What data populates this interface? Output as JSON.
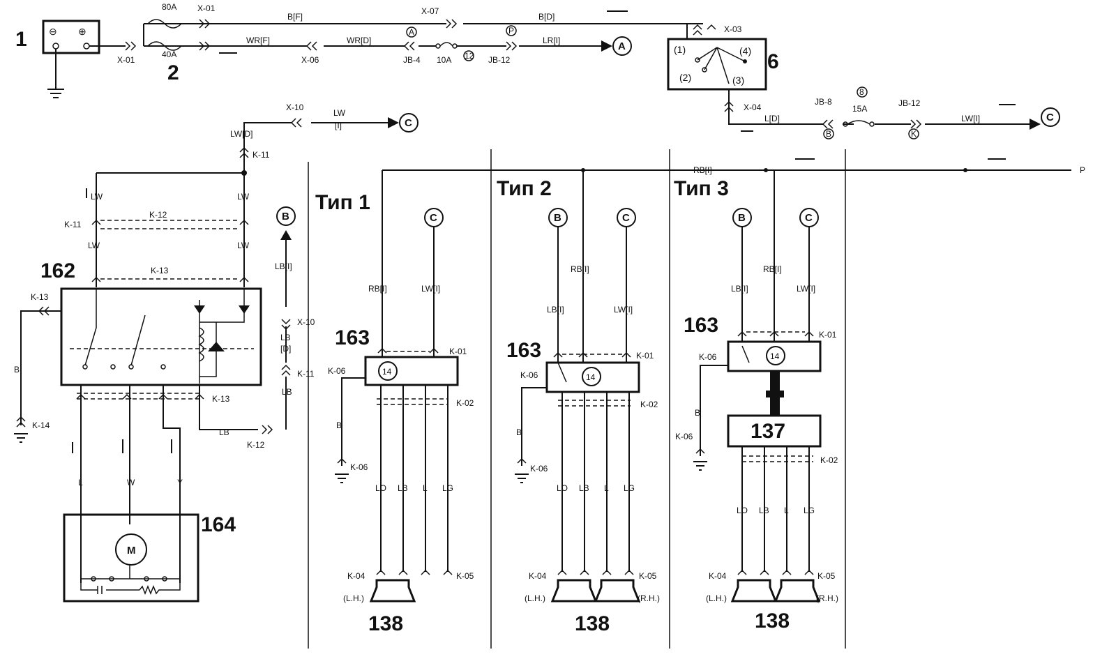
{
  "components": {
    "battery": "1",
    "fusible_links": "2",
    "ignition_switch": "6",
    "relay": "162",
    "motor_unit": "164",
    "audio_t1": "163",
    "audio_t2": "163",
    "audio_t3": "163",
    "amplifier": "137",
    "speakers_t1": "138",
    "speakers_t2": "138",
    "speakers_t3": "138"
  },
  "types": {
    "t1": "Тип 1",
    "t2": "Тип 2",
    "t3": "Тип 3"
  },
  "fuses": {
    "f80": "80A",
    "f40": "40A",
    "f10": "10A",
    "f15": "15A",
    "f10_num": "12",
    "f15_num": "8"
  },
  "connectors": {
    "x01_top": "X-01",
    "x01_bot": "X-01",
    "x07": "X-07",
    "x06": "X-06",
    "x03": "X-03",
    "x04": "X-04",
    "x10_top": "X-10",
    "x10_mid": "X-10",
    "jb4": "JB-4",
    "jb12_top": "JB-12",
    "jb8": "JB-8",
    "jb12_mid": "JB-12",
    "k11_a": "K-11",
    "k11_b": "K-11",
    "k11_c": "K-11",
    "k12_a": "K-12",
    "k12_b": "K-12",
    "k13_a": "K-13",
    "k13_b": "K-13",
    "k13_c": "K-13",
    "k14": "K-14",
    "t1_k01": "K-01",
    "t1_k06a": "K-06",
    "t1_k02": "K-02",
    "t1_k06b": "K-06",
    "t1_k04": "K-04",
    "t1_k05": "K-05",
    "t2_k01": "K-01",
    "t2_k06a": "K-06",
    "t2_k02": "K-02",
    "t2_k06b": "K-06",
    "t2_k04": "K-04",
    "t2_k05": "K-05",
    "t3_k01": "K-01",
    "t3_k06a": "K-06",
    "t3_k06b": "K-06",
    "t3_k02": "K-02",
    "t3_k04": "K-04",
    "t3_k05": "K-05"
  },
  "wires": {
    "bf": "B[F]",
    "bd": "B[D]",
    "wrf": "WR[F]",
    "wrd": "WR[D]",
    "lri": "LR[I]",
    "ld": "L[D]",
    "lwi_mid": "LW[I]",
    "lw_top": "LW",
    "lw_top_i": "[I]",
    "lwd": "LW[D]",
    "rbi_bus": "RB[I]",
    "lw1": "LW",
    "lw2": "LW",
    "lw3": "LW",
    "lw4": "LW",
    "b_left": "B",
    "lbi_left": "LB[I]",
    "lb_d1": "LB",
    "lb_d2": "[D]",
    "lb_v": "LB",
    "lb_h": "LB",
    "mot_l": "L",
    "mot_w": "W",
    "mot_y": "Y",
    "t1_rb": "RB[I]",
    "t1_lw": "LW[I]",
    "t1_b": "B",
    "t2_lb": "LB[I]",
    "t2_rb": "RB[I]",
    "t2_lw": "LW[I]",
    "t2_b": "B",
    "t3_lb": "LB[I]",
    "t3_rb": "RB[I]",
    "t3_lw": "LW[I]",
    "t3_b": "B",
    "lo": "LO",
    "lb": "LB",
    "l": "L",
    "lg": "LG",
    "i": "[I]",
    "p_end": "P"
  },
  "terminals": {
    "t1": "(1)",
    "t2": "(2)",
    "t3": "(3)",
    "t4": "(4)"
  },
  "refs": {
    "a": "A",
    "b": "B",
    "c": "C",
    "p_small": "P",
    "a_small": "A",
    "bs": "B",
    "ks": "K"
  },
  "side": {
    "lh": "(L.H.)",
    "rh": "(R.H.)"
  },
  "symbols": {
    "motor": "M",
    "meter": "14",
    "plus": "⊕",
    "minus": "⊖"
  }
}
